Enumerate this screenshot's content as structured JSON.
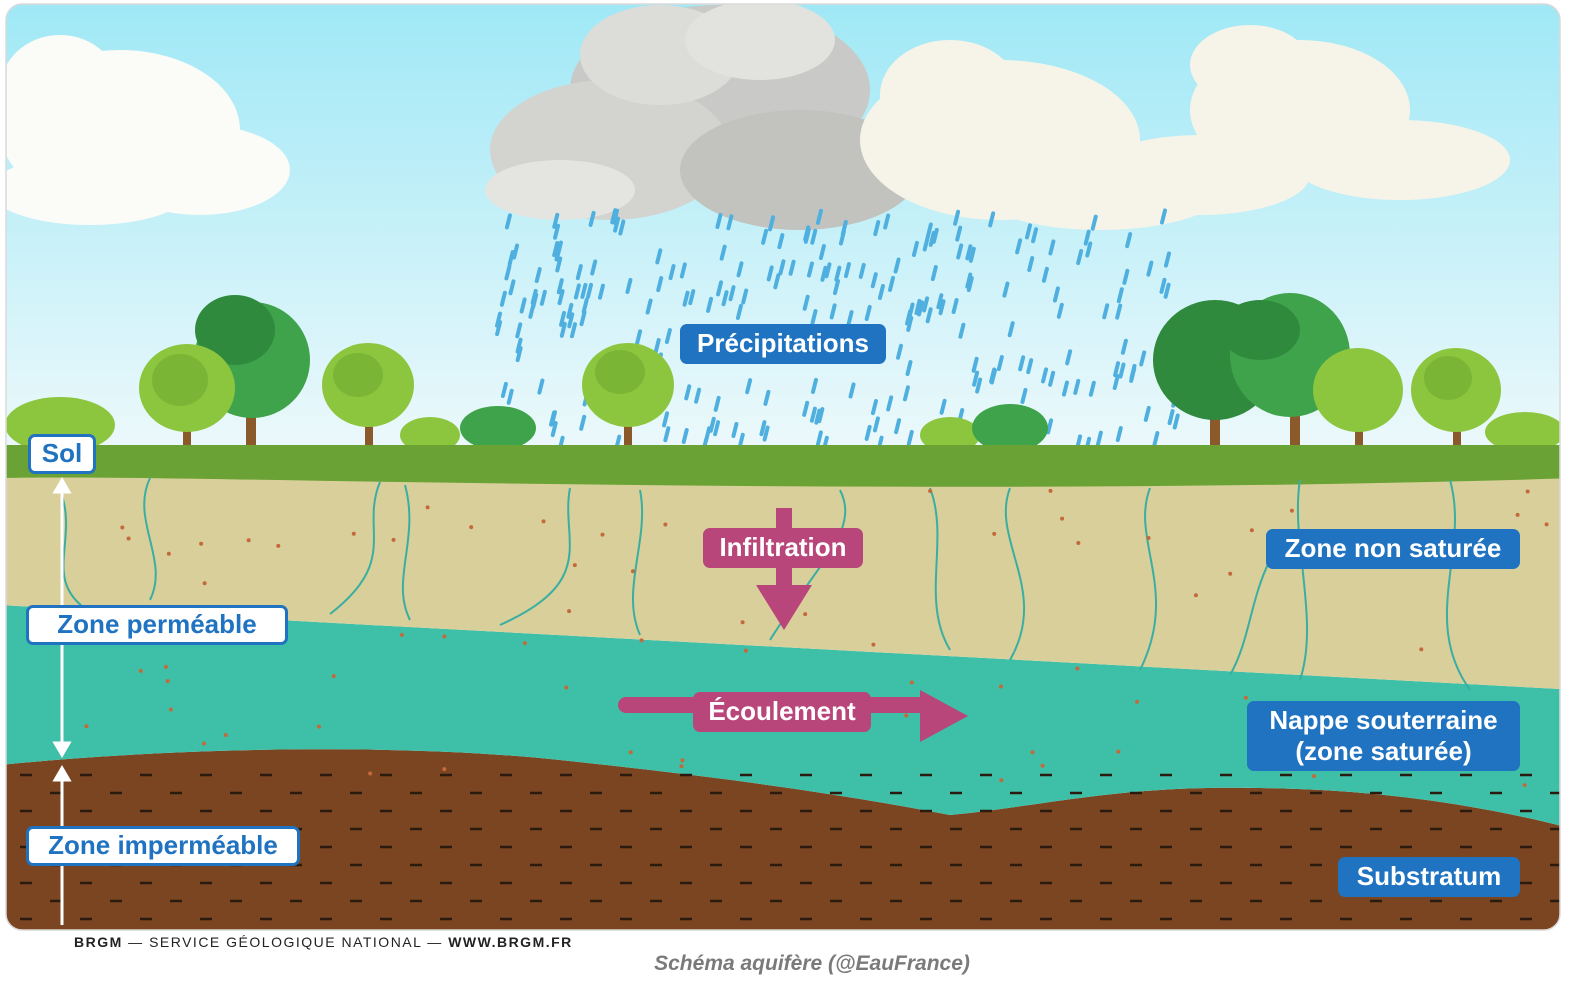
{
  "labels": {
    "precipitations": "Précipitations",
    "sol": "Sol",
    "infiltration": "Infiltration",
    "zone_non_saturee": "Zone non saturée",
    "zone_permeable": "Zone perméable",
    "ecoulement": "Écoulement",
    "nappe_line1": "Nappe souterraine",
    "nappe_line2": "(zone saturée)",
    "zone_impermeable": "Zone imperméable",
    "substratum": "Substratum"
  },
  "footer": {
    "brand": "BRGM",
    "separator1": " — ",
    "service": "SERVICE GÉOLOGIQUE NATIONAL",
    "separator2": " — ",
    "website": "WWW.BRGM.FR"
  },
  "caption": "Schéma aquifère (@EauFrance)",
  "colors": {
    "sky_top": "#a9ebf7",
    "sky_bottom": "#e8f8fb",
    "grass": "#6aa235",
    "unsaturated_zone": "#d9cf9a",
    "aquifer": "#3dbfa8",
    "substratum": "#7a4520",
    "rain": "#4fb0e0",
    "label_blue": "#1f73c1",
    "label_pink": "#b8467a"
  }
}
